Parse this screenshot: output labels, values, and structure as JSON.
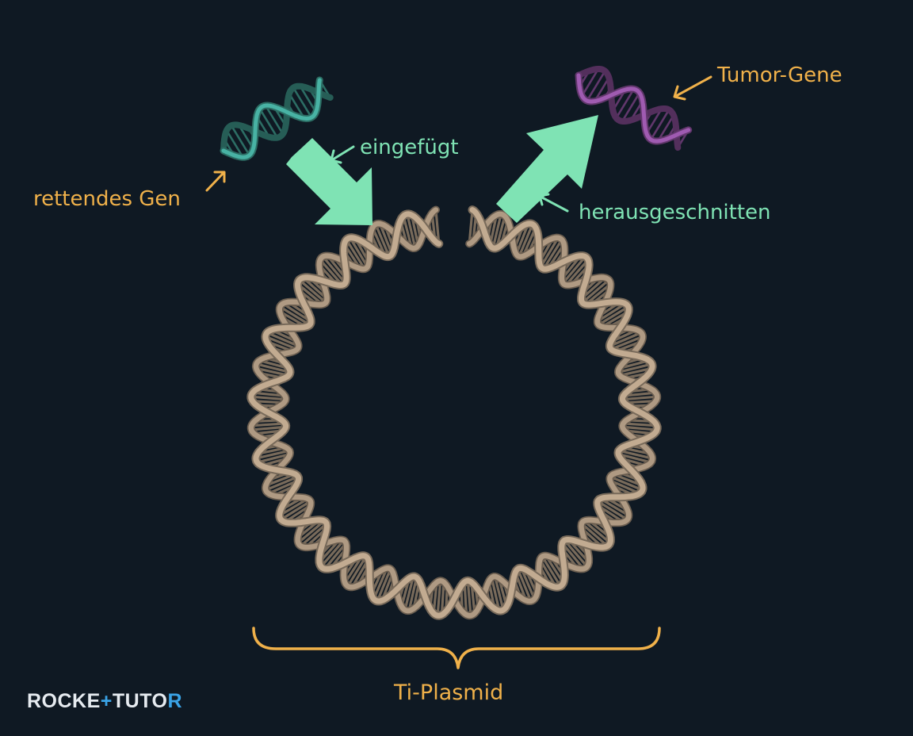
{
  "labels": {
    "rescue_gene": "rettendes Gen",
    "inserted": "eingefügt",
    "tumor_genes": "Tumor-Gene",
    "excised": "herausgeschnitten",
    "plasmid": "Ti-Plasmid"
  },
  "brand": {
    "part1": "ROCKE",
    "accent": "+",
    "part2": "TUTO",
    "part3": "R"
  },
  "colors": {
    "background": "#0f1923",
    "orange": "#f0b14a",
    "mint": "#7fe3b4",
    "plasmid_dna": "#c2ab91",
    "rescue_dna": "#3f9b8f",
    "tumor_dna": "#8a4f9a"
  }
}
